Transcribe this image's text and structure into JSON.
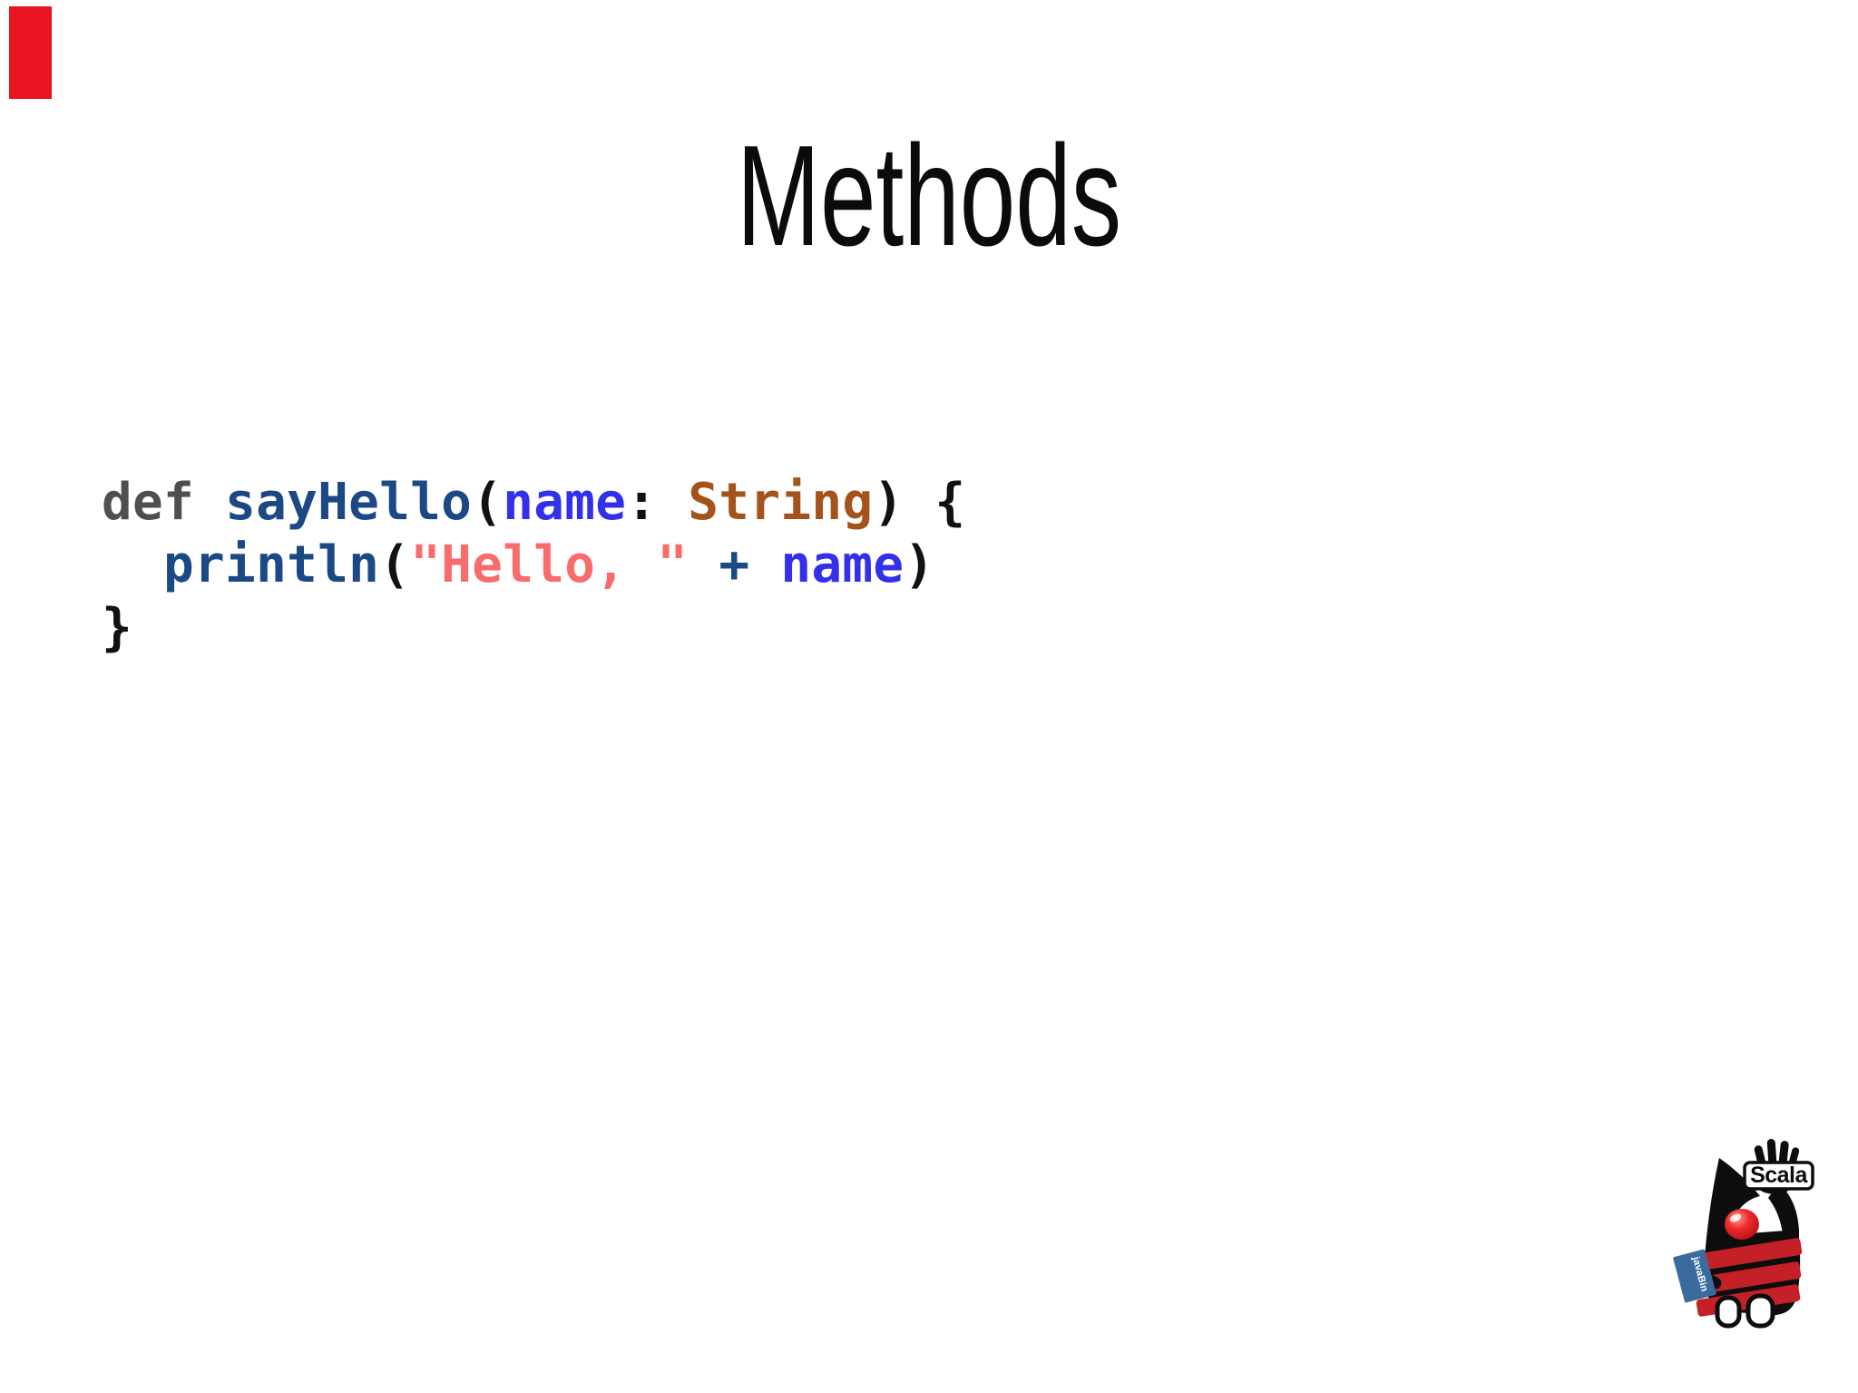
{
  "slide": {
    "title": "Methods",
    "background_color": "#ffffff",
    "title_color": "#0b0b0b",
    "accent_bar_color": "#e81520"
  },
  "code": {
    "colors": {
      "keyword": "#4f4f4f",
      "function": "#1c4886",
      "variable": "#3230e8",
      "type": "#a4541b",
      "string": "#f96c6c",
      "punct": "#111111"
    },
    "lines": [
      [
        {
          "t": "def",
          "c": "keyword"
        },
        {
          "t": " ",
          "c": "punct"
        },
        {
          "t": "sayHello",
          "c": "function"
        },
        {
          "t": "(",
          "c": "punct"
        },
        {
          "t": "name",
          "c": "variable"
        },
        {
          "t": ":",
          "c": "punct"
        },
        {
          "t": " ",
          "c": "punct"
        },
        {
          "t": "String",
          "c": "type"
        },
        {
          "t": ")",
          "c": "punct"
        },
        {
          "t": " ",
          "c": "punct"
        },
        {
          "t": "{",
          "c": "punct"
        }
      ],
      [
        {
          "t": "  ",
          "c": "punct"
        },
        {
          "t": "println",
          "c": "function"
        },
        {
          "t": "(",
          "c": "punct"
        },
        {
          "t": "\"Hello, \"",
          "c": "string"
        },
        {
          "t": " ",
          "c": "punct"
        },
        {
          "t": "+",
          "c": "function"
        },
        {
          "t": " ",
          "c": "punct"
        },
        {
          "t": "name",
          "c": "variable"
        },
        {
          "t": ")",
          "c": "punct"
        }
      ],
      [
        {
          "t": "}",
          "c": "punct"
        }
      ]
    ]
  },
  "mascot": {
    "sign_label": "Scala",
    "tag_label": "javaBin",
    "colors": {
      "body": "#0d0d0d",
      "stripe": "#c32127",
      "nose_main": "#e3161d",
      "tag": "#3b6b9e",
      "sign_bg": "#ffffff",
      "sign_text": "#0d0d0d",
      "tag_text": "#ffffff"
    }
  }
}
